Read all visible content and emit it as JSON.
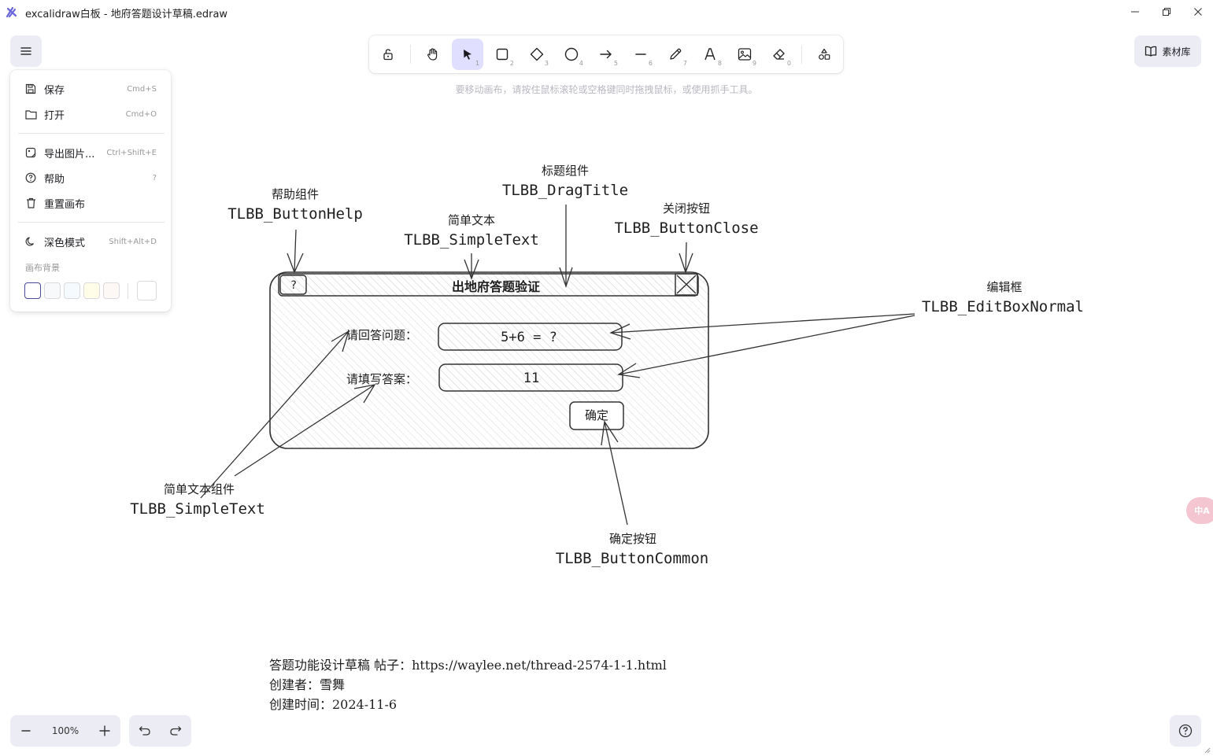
{
  "window": {
    "title": "excalidraw白板 - 地府答题设计草稿.edraw",
    "controls": [
      "minimize",
      "restore",
      "close"
    ]
  },
  "menu": {
    "items": [
      {
        "label": "保存",
        "shortcut": "Cmd+S",
        "icon": "save-icon"
      },
      {
        "label": "打开",
        "shortcut": "Cmd+O",
        "icon": "folder-icon"
      },
      {
        "label": "导出图片...",
        "shortcut": "Ctrl+Shift+E",
        "icon": "export-image-icon"
      },
      {
        "label": "帮助",
        "shortcut": "?",
        "icon": "help-circle-icon"
      },
      {
        "label": "重置画布",
        "shortcut": "",
        "icon": "trash-icon"
      },
      {
        "label": "深色模式",
        "shortcut": "Shift+Alt+D",
        "icon": "moon-icon"
      }
    ],
    "background_label": "画布背景",
    "background_swatches": [
      "#ffffff",
      "#f8f9fa",
      "#f5faff",
      "#fffce8",
      "#fdf8f6"
    ],
    "custom_swatch": "#ffffff"
  },
  "toolbar": {
    "tools": [
      {
        "name": "lock",
        "icon": "lock-icon",
        "num": ""
      },
      {
        "name": "hand",
        "icon": "hand-icon",
        "num": ""
      },
      {
        "name": "selection",
        "icon": "pointer-icon",
        "num": "1",
        "active": true
      },
      {
        "name": "rectangle",
        "icon": "rectangle-icon",
        "num": "2"
      },
      {
        "name": "diamond",
        "icon": "diamond-icon",
        "num": "3"
      },
      {
        "name": "ellipse",
        "icon": "ellipse-icon",
        "num": "4"
      },
      {
        "name": "arrow",
        "icon": "arrow-icon",
        "num": "5"
      },
      {
        "name": "line",
        "icon": "line-icon",
        "num": "6"
      },
      {
        "name": "draw",
        "icon": "pencil-icon",
        "num": "7"
      },
      {
        "name": "text",
        "icon": "text-icon",
        "num": "8"
      },
      {
        "name": "image",
        "icon": "image-icon",
        "num": "9"
      },
      {
        "name": "eraser",
        "icon": "eraser-icon",
        "num": "0"
      },
      {
        "name": "extra-tools",
        "icon": "shapes-icon",
        "num": ""
      }
    ],
    "hint": "要移动画布，请按住鼠标滚轮或空格键同时拖拽鼠标，或使用抓手工具。"
  },
  "library": {
    "label": "素材库"
  },
  "canvas": {
    "dialog": {
      "help_button": "?",
      "title": "出地府答题验证",
      "question_label": "请回答问题：",
      "question_value": "5+6 = ?",
      "answer_label": "请填写答案：",
      "answer_value": "11",
      "confirm_button": "确定"
    },
    "annotations": {
      "help": {
        "cn": "帮助组件",
        "en": "TLBB_ButtonHelp"
      },
      "simple_text_top": {
        "cn": "简单文本",
        "en": "TLBB_SimpleText"
      },
      "drag_title": {
        "cn": "标题组件",
        "en": "TLBB_DragTitle"
      },
      "close": {
        "cn": "关闭按钮",
        "en": "TLBB_ButtonClose"
      },
      "edit_box": {
        "cn": "编辑框",
        "en": "TLBB_EditBoxNormal"
      },
      "simple_text_bottom": {
        "cn": "简单文本组件",
        "en": "TLBB_SimpleText"
      },
      "confirm": {
        "cn": "确定按钮",
        "en": "TLBB_ButtonCommon"
      }
    },
    "footer_notes": {
      "line1": "答题功能设计草稿 帖子：https://waylee.net/thread-2574-1-1.html",
      "line2": "创建者：雪舞",
      "line3": "创建时间：2024-11-6"
    }
  },
  "bottom": {
    "zoom": "100%",
    "translate_badge": "中A"
  }
}
